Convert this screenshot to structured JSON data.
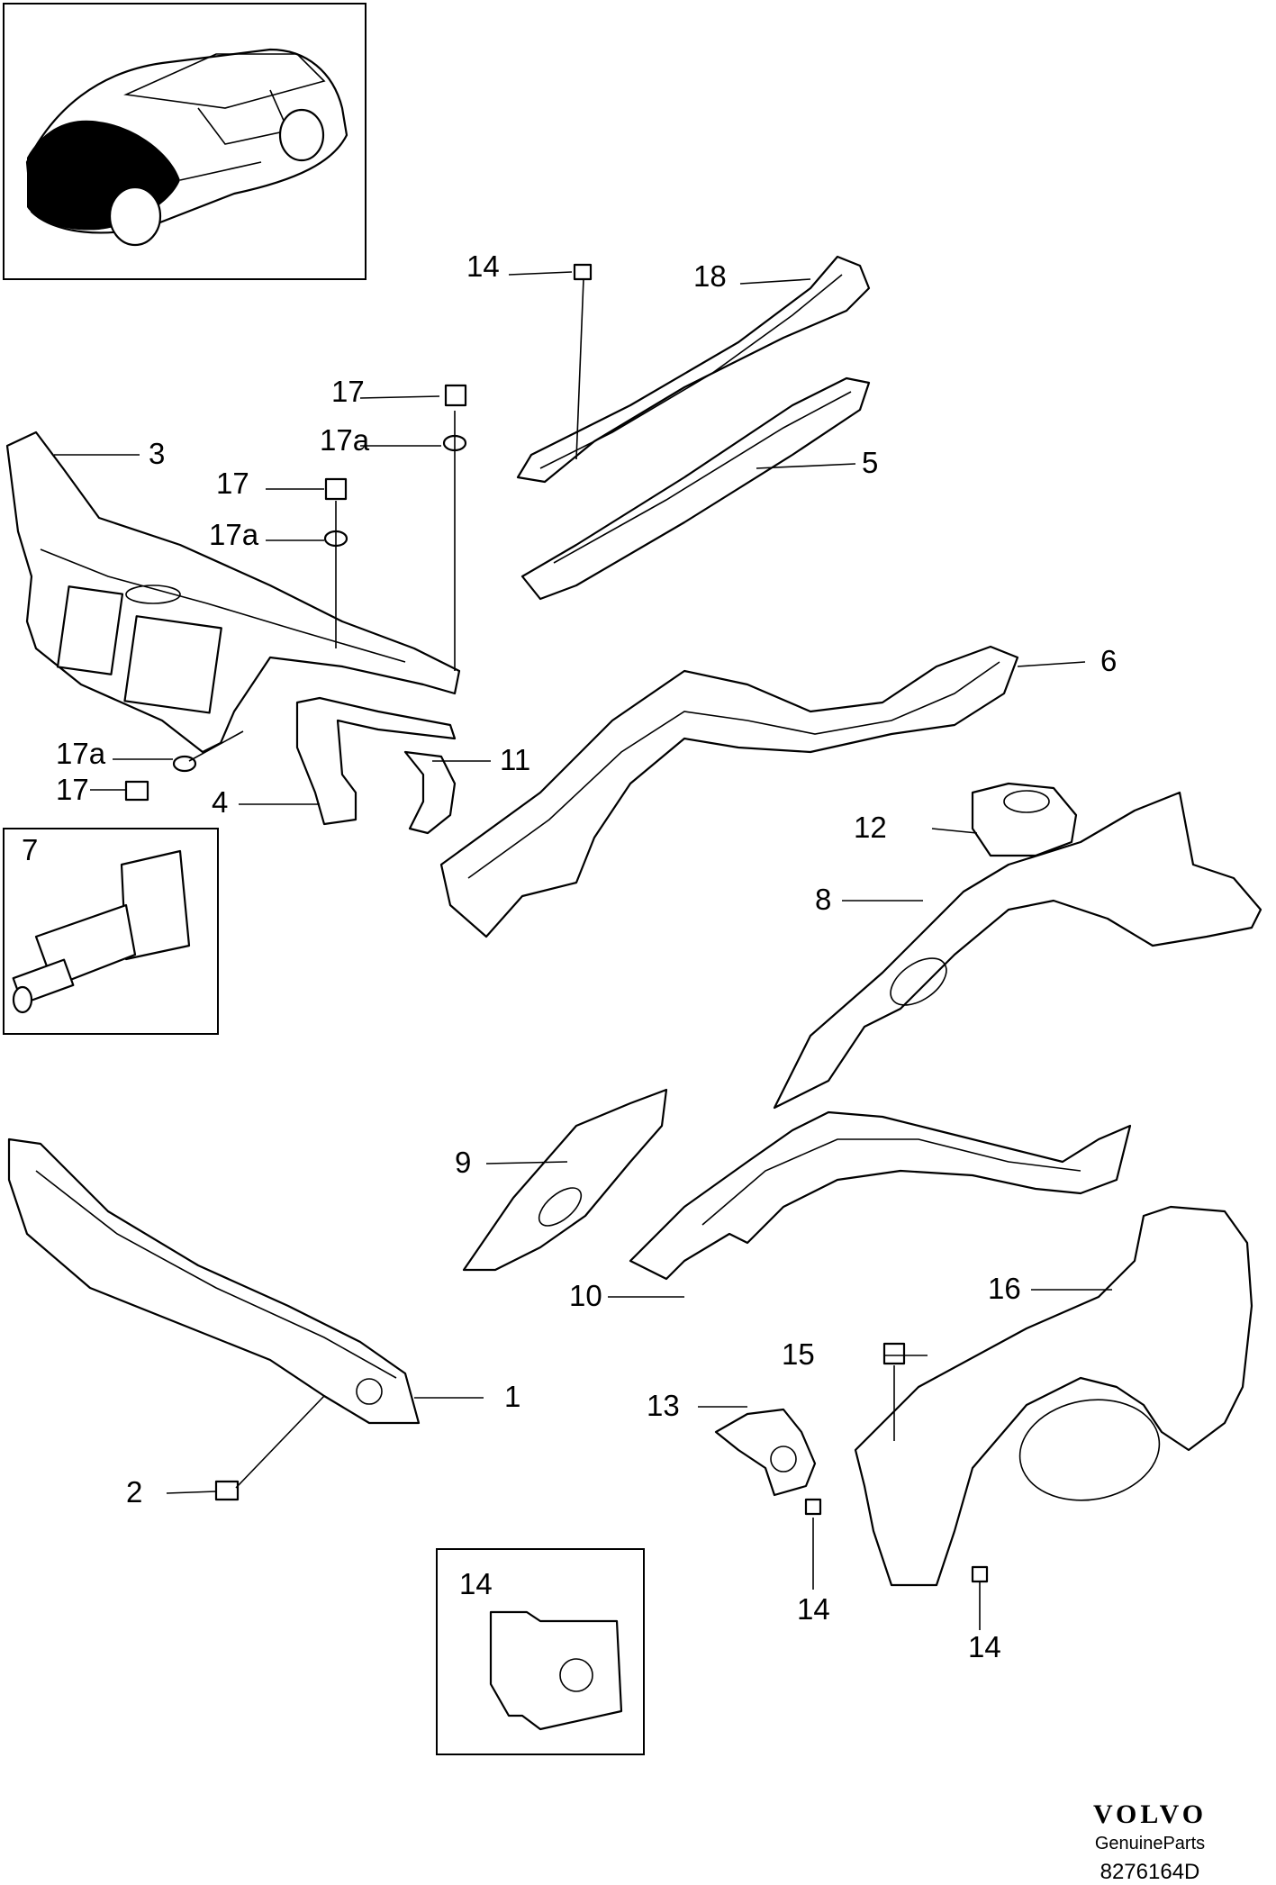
{
  "callouts": {
    "c1": "1",
    "c2": "2",
    "c3": "3",
    "c4": "4",
    "c5": "5",
    "c6": "6",
    "c7": "7",
    "c8": "8",
    "c9": "9",
    "c10": "10",
    "c11": "11",
    "c12": "12",
    "c13": "13",
    "c14": "14",
    "c15": "15",
    "c16": "16",
    "c17": "17",
    "c17a": "17a",
    "c18": "18"
  },
  "insets": {
    "fastener_clip": "7",
    "speed_nut": "14"
  },
  "brand": {
    "logo": "VOLVO",
    "tagline": "GenuineParts",
    "drawing_number": "8276164D"
  }
}
